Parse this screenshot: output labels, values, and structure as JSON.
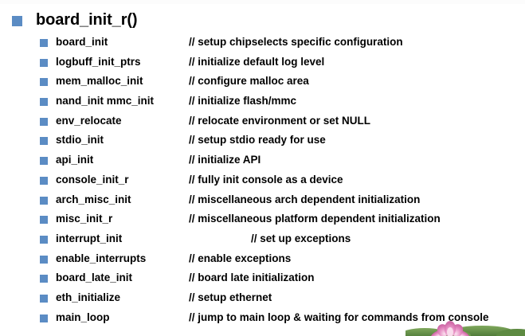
{
  "slide": {
    "title": "board_init_r()",
    "bullet_color": "#5b8cc4",
    "text_color": "#000000",
    "background_color": "#ffffff"
  },
  "items": [
    {
      "fn": "board_init",
      "comment": "// setup chipselects specific configuration",
      "indented": false
    },
    {
      "fn": "logbuff_init_ptrs",
      "comment": "// initialize default log level",
      "indented": false
    },
    {
      "fn": "mem_malloc_init",
      "comment": "// configure malloc area",
      "indented": false
    },
    {
      "fn": "nand_init mmc_init",
      "comment": "// initialize flash/mmc",
      "indented": false
    },
    {
      "fn": "env_relocate",
      "comment": "// relocate environment or set NULL",
      "indented": false
    },
    {
      "fn": "stdio_init",
      "comment": "// setup stdio ready for use",
      "indented": false
    },
    {
      "fn": "api_init",
      "comment": "// initialize API",
      "indented": false
    },
    {
      "fn": "console_init_r",
      "comment": "// fully init console as a device",
      "indented": false
    },
    {
      "fn": "arch_misc_init",
      "comment": "// miscellaneous arch dependent initialization",
      "indented": false
    },
    {
      "fn": "misc_init_r",
      "comment": "// miscellaneous platform dependent initialization",
      "indented": false
    },
    {
      "fn": "interrupt_init",
      "comment": "// set up exceptions",
      "indented": true
    },
    {
      "fn": "enable_interrupts",
      "comment": "// enable exceptions",
      "indented": false
    },
    {
      "fn": "board_late_init",
      "comment": "// board late initialization",
      "indented": false
    },
    {
      "fn": "eth_initialize",
      "comment": "// setup ethernet",
      "indented": false
    },
    {
      "fn": "main_loop",
      "comment": "// jump to main loop & waiting for commands from console",
      "indented": false
    }
  ],
  "decoration": {
    "lotus_petal_color": "#e58cc0",
    "lotus_center_color": "#f7d9e9",
    "leaf_color": "#4e7a3a"
  }
}
